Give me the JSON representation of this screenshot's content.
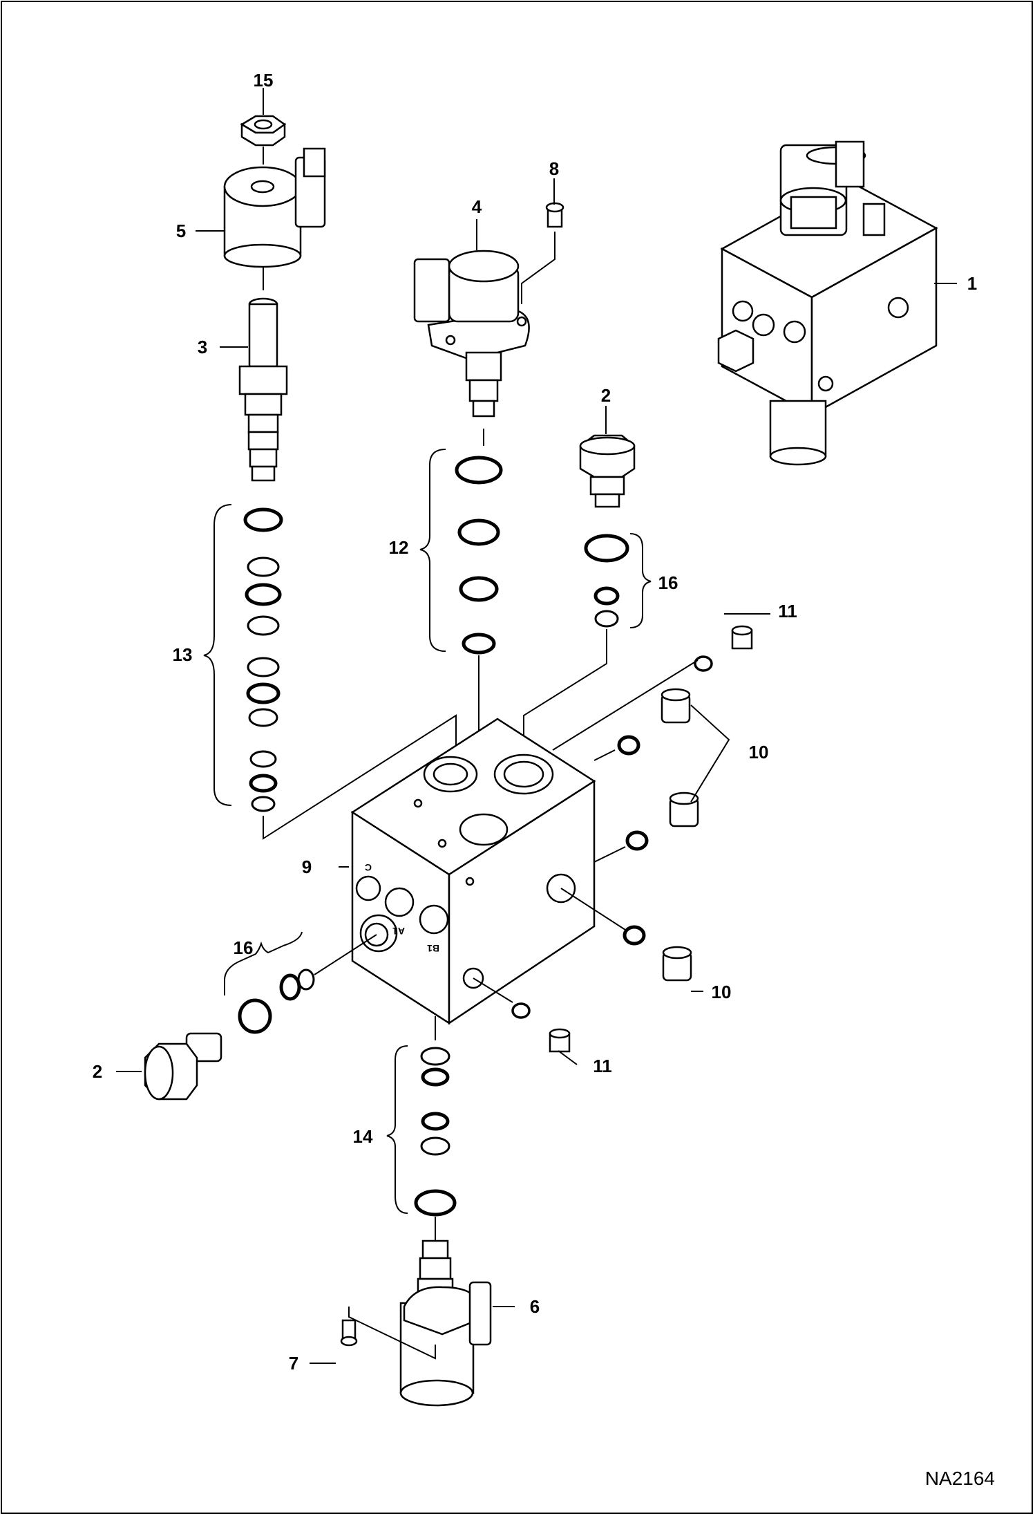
{
  "labels": {
    "l1": "1",
    "l2a": "2",
    "l2b": "2",
    "l3": "3",
    "l4": "4",
    "l5": "5",
    "l6": "6",
    "l7": "7",
    "l8": "8",
    "l9": "9",
    "l10a": "10",
    "l10b": "10",
    "l11a": "11",
    "l11b": "11",
    "l12": "12",
    "l13": "13",
    "l14": "14",
    "l15": "15",
    "l16a": "16",
    "l16b": "16"
  },
  "port_marks": {
    "c": "C",
    "a1": "A1",
    "b1": "B1"
  },
  "drawing_code": "NA2164"
}
